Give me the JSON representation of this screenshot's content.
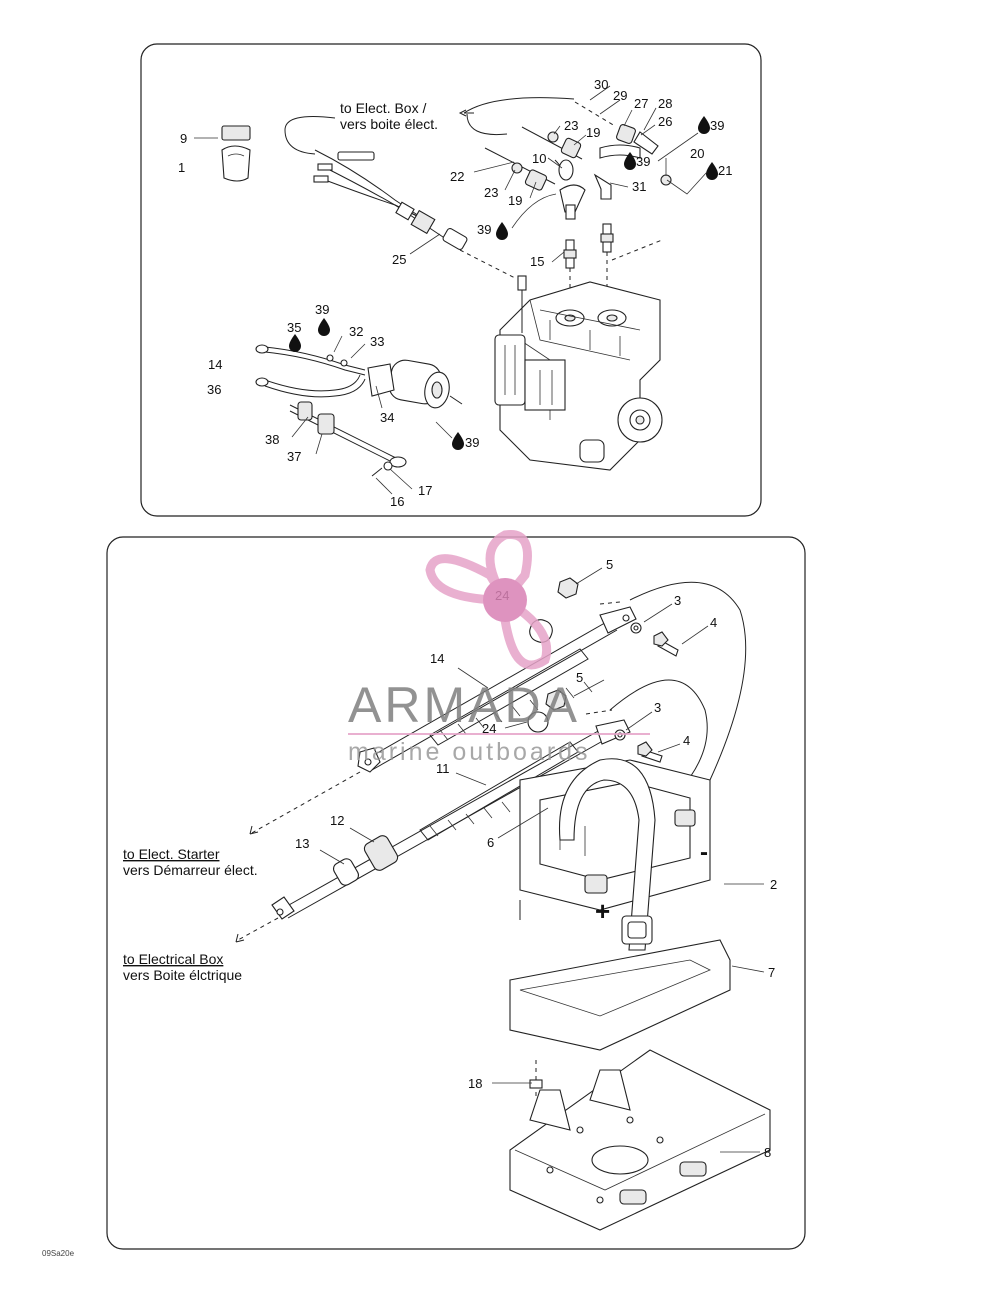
{
  "panel_top": {
    "callouts": [
      {
        "id": "9",
        "text": "9"
      },
      {
        "id": "1",
        "text": "1"
      },
      {
        "id": "30",
        "text": "30"
      },
      {
        "id": "29",
        "text": "29"
      },
      {
        "id": "27",
        "text": "27"
      },
      {
        "id": "28",
        "text": "28"
      },
      {
        "id": "26",
        "text": "26"
      },
      {
        "id": "39a",
        "text": "39"
      },
      {
        "id": "23a",
        "text": "23"
      },
      {
        "id": "19a",
        "text": "19"
      },
      {
        "id": "39b",
        "text": "39"
      },
      {
        "id": "10",
        "text": "10"
      },
      {
        "id": "20",
        "text": "20"
      },
      {
        "id": "21",
        "text": "21"
      },
      {
        "id": "22",
        "text": "22"
      },
      {
        "id": "31",
        "text": "31"
      },
      {
        "id": "23b",
        "text": "23"
      },
      {
        "id": "19b",
        "text": "19"
      },
      {
        "id": "39c",
        "text": "39"
      },
      {
        "id": "25",
        "text": "25"
      },
      {
        "id": "15",
        "text": "15"
      },
      {
        "id": "39d",
        "text": "39"
      },
      {
        "id": "35",
        "text": "35"
      },
      {
        "id": "32",
        "text": "32"
      },
      {
        "id": "33",
        "text": "33"
      },
      {
        "id": "14",
        "text": "14"
      },
      {
        "id": "36",
        "text": "36"
      },
      {
        "id": "34",
        "text": "34"
      },
      {
        "id": "38",
        "text": "38"
      },
      {
        "id": "37",
        "text": "37"
      },
      {
        "id": "39e",
        "text": "39"
      },
      {
        "id": "17",
        "text": "17"
      },
      {
        "id": "16",
        "text": "16"
      }
    ],
    "note_line1": "to Elect. Box /",
    "note_line2": "vers boite élect."
  },
  "panel_bottom": {
    "callouts": [
      {
        "id": "5a",
        "text": "5"
      },
      {
        "id": "24a",
        "text": "24"
      },
      {
        "id": "3a",
        "text": "3"
      },
      {
        "id": "4a",
        "text": "4"
      },
      {
        "id": "14",
        "text": "14"
      },
      {
        "id": "5b",
        "text": "5"
      },
      {
        "id": "3b",
        "text": "3"
      },
      {
        "id": "24b",
        "text": "24"
      },
      {
        "id": "4b",
        "text": "4"
      },
      {
        "id": "11",
        "text": "11"
      },
      {
        "id": "12",
        "text": "12"
      },
      {
        "id": "6",
        "text": "6"
      },
      {
        "id": "13",
        "text": "13"
      },
      {
        "id": "2",
        "text": "2"
      },
      {
        "id": "7",
        "text": "7"
      },
      {
        "id": "18",
        "text": "18"
      },
      {
        "id": "8",
        "text": "8"
      }
    ],
    "minus_sign": "-",
    "plus_sign": "+",
    "starter_note_en": "to Elect. Starter",
    "starter_note_fr": "vers Démarreur élect.",
    "box_note_en": "to Electrical Box",
    "box_note_fr": "vers Boite élctrique"
  },
  "watermark": {
    "brand": "ARMADA",
    "tagline": "marine outboards"
  },
  "footer_code": "09Sa20e",
  "colors": {
    "watermark_pink": "#e6a3c8",
    "watermark_pink_dark": "#d981b5",
    "line": "#222222"
  }
}
